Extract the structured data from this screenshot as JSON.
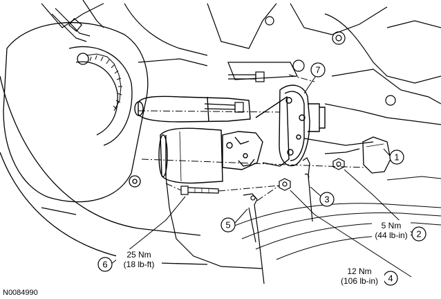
{
  "figure_id": "N0084990",
  "callouts": [
    {
      "number": "1"
    },
    {
      "number": "2",
      "torque": "5 Nm",
      "torque_imperial": "(44 lb-in)"
    },
    {
      "number": "3"
    },
    {
      "number": "4",
      "torque": "12 Nm",
      "torque_imperial": "(106 lb-in)"
    },
    {
      "number": "5"
    },
    {
      "number": "6",
      "torque": "25 Nm",
      "torque_imperial": "(18 lb-ft)"
    },
    {
      "number": "7"
    }
  ]
}
